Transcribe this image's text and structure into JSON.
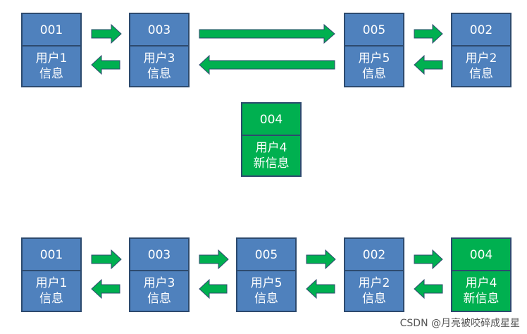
{
  "top_row": [
    {
      "id": "001",
      "line1": "用户1",
      "line2": "信息"
    },
    {
      "id": "003",
      "line1": "用户3",
      "line2": "信息"
    },
    {
      "id": "005",
      "line1": "用户5",
      "line2": "信息"
    },
    {
      "id": "002",
      "line1": "用户2",
      "line2": "信息"
    }
  ],
  "new_node": {
    "id": "004",
    "line1": "用户4",
    "line2": "新信息"
  },
  "bottom_row": [
    {
      "id": "001",
      "line1": "用户1",
      "line2": "信息"
    },
    {
      "id": "003",
      "line1": "用户3",
      "line2": "信息"
    },
    {
      "id": "005",
      "line1": "用户5",
      "line2": "信息"
    },
    {
      "id": "002",
      "line1": "用户2",
      "line2": "信息"
    },
    {
      "id": "004",
      "line1": "用户4",
      "line2": "新信息"
    }
  ],
  "colors": {
    "node_blue": "#4f81bd",
    "node_green": "#00b050",
    "arrow": "#00b050",
    "border": "#2d4a6e"
  },
  "watermark": "CSDN @月亮被咬碎成星星"
}
